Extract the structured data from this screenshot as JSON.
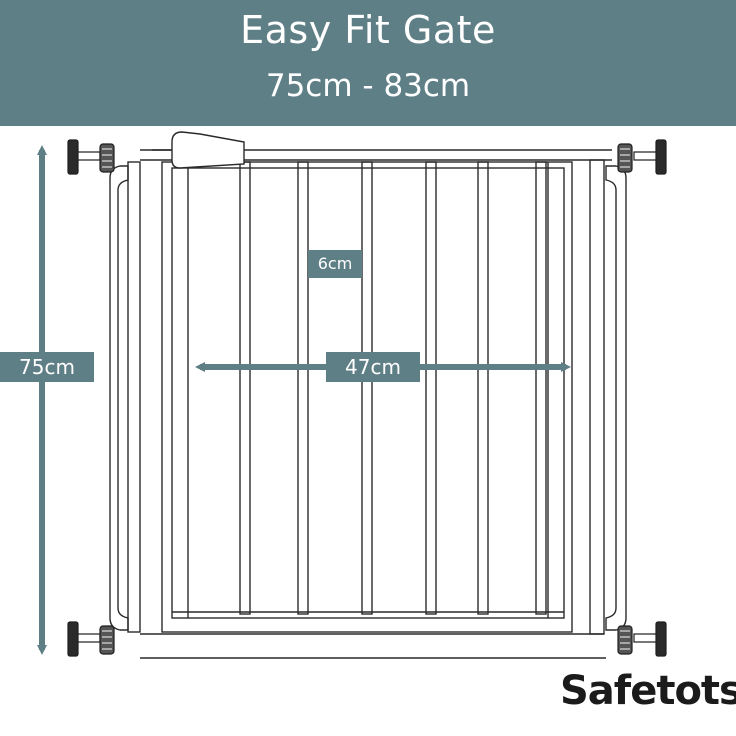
{
  "header": {
    "title": "Easy Fit Gate",
    "subtitle": "75cm - 83cm"
  },
  "dimensions": {
    "height_label": "75cm",
    "width_label": "47cm",
    "bar_gap_label": "6cm"
  },
  "brand": {
    "name": "Safetots"
  },
  "colors": {
    "accent": "#5f7f86",
    "line": "#2a2a2a",
    "background": "#ffffff"
  }
}
